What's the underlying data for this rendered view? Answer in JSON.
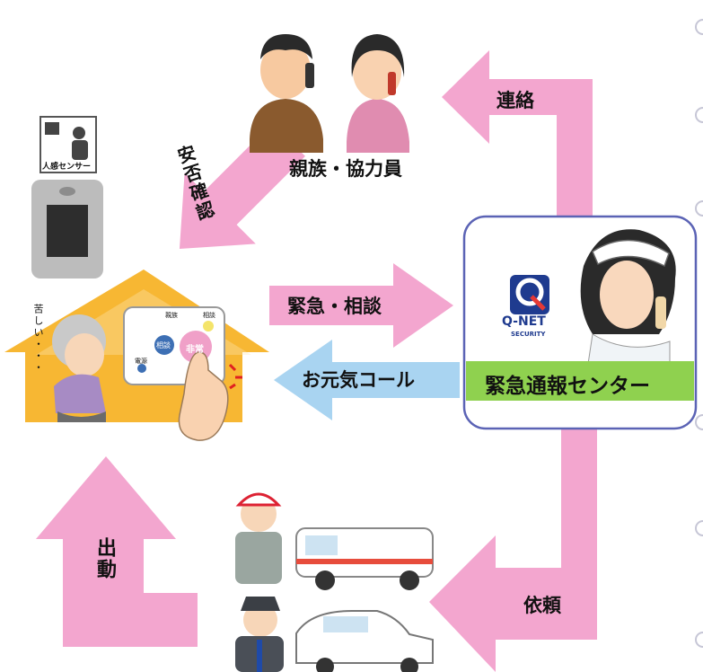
{
  "labels": {
    "family": "親族・協力員",
    "contact": "連絡",
    "safety_check": "安否確認",
    "emergency_consult": "緊急・相談",
    "genki_call": "お元気コール",
    "center": "緊急通報センター",
    "request": "依頼",
    "dispatch": "出動",
    "sensor": "人感センサー",
    "suffering": "苦しい・・・",
    "brand": "Q-NET",
    "brand_sub": "SECURITY"
  },
  "device": {
    "top_left": "親族",
    "top_right": "相談",
    "blue_button": "相談",
    "red_button": "非常",
    "small_label": "電源"
  },
  "colors": {
    "pink_arrow": "#f3a6cf",
    "blue_arrow": "#a9d4f1",
    "house_orange": "#f7b733",
    "center_label_green": "#8fd14f",
    "center_border": "#5b63b5"
  }
}
